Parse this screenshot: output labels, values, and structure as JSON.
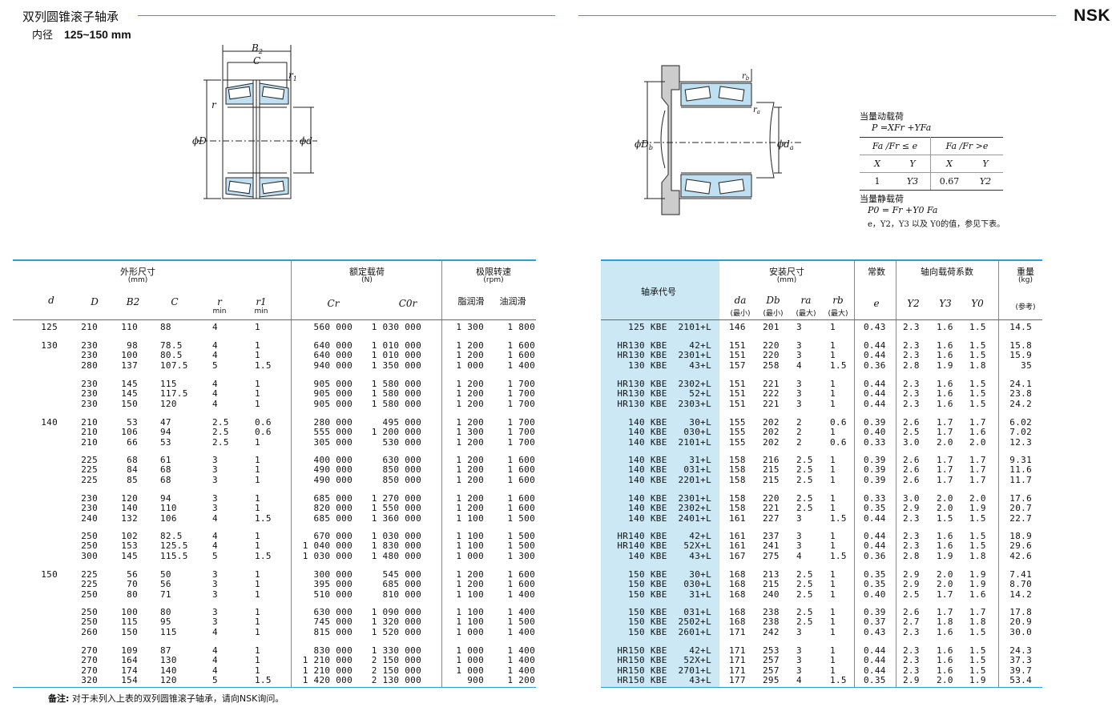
{
  "header": {
    "title": "双列圆锥滚子轴承",
    "bore_label": "内径",
    "bore_range": "125~150 mm",
    "brand": "NSK"
  },
  "figure_left": {
    "B2": "B",
    "B2sub": "2",
    "C": "C",
    "r": "r",
    "r1": "r",
    "r1sub": "1",
    "phiD": "ϕD",
    "phid": "ϕd"
  },
  "figure_right": {
    "rb": "r",
    "rbsub": "b",
    "ra": "r",
    "rasub": "a",
    "phiDb": "ϕD",
    "phiDbsub": "b",
    "phida": "ϕd",
    "phidasub": "a"
  },
  "formula": {
    "dyn_title": "当量动载荷",
    "dyn_eq": "P =XFr +YFa",
    "cond1": "Fa /Fr ≤ e",
    "cond2": "Fa /Fr >e",
    "cols": [
      "X",
      "Y",
      "X",
      "Y"
    ],
    "vals": [
      "1",
      "Y3",
      "0.67",
      "Y2"
    ],
    "static_title": "当量静载荷",
    "static_eq": "P0 = Fr +Y0 Fa",
    "static_note": "e，Y2，Y3 以及 Y0的值，参见下表。"
  },
  "left_table": {
    "group_dims": "外形尺寸",
    "group_dims_unit": "(mm)",
    "group_load": "额定载荷",
    "group_load_unit": "(N)",
    "group_speed": "极限转速",
    "group_speed_unit": "(rpm)",
    "h_d": "d",
    "h_D": "D",
    "h_B2": "B2",
    "h_C": "C",
    "h_r": "r",
    "h_r1": "r1",
    "h_min": "min",
    "h_min1": "min",
    "h_Cr": "Cr",
    "h_C0r": "C0r",
    "h_grease": "脂润滑",
    "h_oil": "油润滑",
    "groups": [
      {
        "d": "125",
        "D": "210",
        "B2": "110",
        "C": "88",
        "r": "4",
        "r1": "1",
        "Cr": "560 000",
        "C0r": "1 030 000",
        "g": "1 300",
        "o": "1 800"
      },
      {
        "d": "130",
        "D": "230\n230\n280",
        "B2": "98\n100\n137",
        "C": "78.5\n80.5\n107.5",
        "r": "4\n4\n5",
        "r1": "1\n1\n1.5",
        "Cr": "640 000\n640 000\n940 000",
        "C0r": "1 010 000\n1 010 000\n1 350 000",
        "g": "1 200\n1 200\n1 000",
        "o": "1 600\n1 600\n1 400"
      },
      {
        "d": "",
        "D": "230\n230\n230",
        "B2": "145\n145\n150",
        "C": "115\n117.5\n120",
        "r": "4\n4\n4",
        "r1": "1\n1\n1",
        "Cr": "905 000\n905 000\n905 000",
        "C0r": "1 580 000\n1 580 000\n1 580 000",
        "g": "1 200\n1 200\n1 200",
        "o": "1 700\n1 700\n1 700"
      },
      {
        "d": "140",
        "D": "210\n210\n210",
        "B2": "53\n106\n66",
        "C": "47\n94\n53",
        "r": "2.5\n2.5\n2.5",
        "r1": "0.6\n0.6\n1",
        "Cr": "280 000\n555 000\n305 000",
        "C0r": "495 000\n1 200 000\n530 000",
        "g": "1 200\n1 300\n1 200",
        "o": "1 700\n1 700\n1 700"
      },
      {
        "d": "",
        "D": "225\n225\n225",
        "B2": "68\n84\n85",
        "C": "61\n68\n68",
        "r": "3\n3\n3",
        "r1": "1\n1\n1",
        "Cr": "400 000\n490 000\n490 000",
        "C0r": "630 000\n850 000\n850 000",
        "g": "1 200\n1 200\n1 200",
        "o": "1 600\n1 600\n1 600"
      },
      {
        "d": "",
        "D": "230\n230\n240",
        "B2": "120\n140\n132",
        "C": "94\n110\n106",
        "r": "3\n3\n4",
        "r1": "1\n1\n1.5",
        "Cr": "685 000\n820 000\n685 000",
        "C0r": "1 270 000\n1 550 000\n1 360 000",
        "g": "1 200\n1 200\n1 100",
        "o": "1 600\n1 600\n1 500"
      },
      {
        "d": "",
        "D": "250\n250\n300",
        "B2": "102\n153\n145",
        "C": "82.5\n125.5\n115.5",
        "r": "4\n4\n5",
        "r1": "1\n1\n1.5",
        "Cr": "670 000\n1 040 000\n1 030 000",
        "C0r": "1 030 000\n1 830 000\n1 480 000",
        "g": "1 100\n1 100\n1 000",
        "o": "1 500\n1 500\n1 300"
      },
      {
        "d": "150",
        "D": "225\n225\n250",
        "B2": "56\n70\n80",
        "C": "50\n56\n71",
        "r": "3\n3\n3",
        "r1": "1\n1\n1",
        "Cr": "300 000\n395 000\n510 000",
        "C0r": "545 000\n685 000\n810 000",
        "g": "1 200\n1 200\n1 100",
        "o": "1 600\n1 600\n1 400"
      },
      {
        "d": "",
        "D": "250\n250\n260",
        "B2": "100\n115\n150",
        "C": "80\n95\n115",
        "r": "3\n3\n4",
        "r1": "1\n1\n1",
        "Cr": "630 000\n745 000\n815 000",
        "C0r": "1 090 000\n1 320 000\n1 520 000",
        "g": "1 100\n1 100\n1 000",
        "o": "1 400\n1 500\n1 400"
      },
      {
        "d": "",
        "D": "270\n270\n270\n320",
        "B2": "109\n164\n174\n154",
        "C": "87\n130\n140\n120",
        "r": "4\n4\n4\n5",
        "r1": "1\n1\n1\n1.5",
        "Cr": "830 000\n1 210 000\n1 210 000\n1 420 000",
        "C0r": "1 330 000\n2 150 000\n2 150 000\n2 130 000",
        "g": "1 000\n1 000\n1 000\n900",
        "o": "1 400\n1 400\n1 400\n1 200"
      }
    ]
  },
  "right_table": {
    "h_code": "轴承代号",
    "group_install": "安装尺寸",
    "group_install_unit": "(mm)",
    "group_const": "常数",
    "group_axial": "轴向载荷系数",
    "group_weight": "重量",
    "group_weight_unit": "(kg)",
    "h_da": "da",
    "h_Db": "Db",
    "h_ra": "ra",
    "h_rb": "rb",
    "h_min": "(最小)",
    "h_min2": "(最小)",
    "h_max": "(最大)",
    "h_max2": "(最大)",
    "h_e": "e",
    "h_Y2": "Y2",
    "h_Y3": "Y3",
    "h_Y0": "Y0",
    "h_ref": "(参考)",
    "groups": [
      {
        "code": "125 KBE  2101+L",
        "da": "146",
        "Db": "201",
        "ra": "3",
        "rb": "1",
        "e": "0.43",
        "Y2": "2.3",
        "Y3": "1.6",
        "Y0": "1.5",
        "w": "14.5"
      },
      {
        "code": "HR130 KBE    42+L\nHR130 KBE  2301+L\n130 KBE    43+L",
        "da": "151\n151\n157",
        "Db": "220\n220\n258",
        "ra": "3\n3\n4",
        "rb": "1\n1\n1.5",
        "e": "0.44\n0.44\n0.36",
        "Y2": "2.3\n2.3\n2.8",
        "Y3": "1.6\n1.6\n1.9",
        "Y0": "1.5\n1.5\n1.8",
        "w": "15.8\n15.9\n35"
      },
      {
        "code": "HR130 KBE  2302+L\nHR130 KBE    52+L\nHR130 KBE  2303+L",
        "da": "151\n151\n151",
        "Db": "221\n222\n221",
        "ra": "3\n3\n3",
        "rb": "1\n1\n1",
        "e": "0.44\n0.44\n0.44",
        "Y2": "2.3\n2.3\n2.3",
        "Y3": "1.6\n1.6\n1.6",
        "Y0": "1.5\n1.5\n1.5",
        "w": "24.1\n23.8\n24.2"
      },
      {
        "code": "140 KBE    30+L\n140 KBE   030+L\n140 KBE  2101+L",
        "da": "155\n155\n155",
        "Db": "202\n202\n202",
        "ra": "2\n2\n2",
        "rb": "0.6\n1\n0.6",
        "e": "0.39\n0.40\n0.33",
        "Y2": "2.6\n2.5\n3.0",
        "Y3": "1.7\n1.7\n2.0",
        "Y0": "1.7\n1.6\n2.0",
        "w": "6.02\n7.02\n12.3"
      },
      {
        "code": "140 KBE    31+L\n140 KBE   031+L\n140 KBE  2201+L",
        "da": "158\n158\n158",
        "Db": "216\n215\n215",
        "ra": "2.5\n2.5\n2.5",
        "rb": "1\n1\n1",
        "e": "0.39\n0.39\n0.39",
        "Y2": "2.6\n2.6\n2.6",
        "Y3": "1.7\n1.7\n1.7",
        "Y0": "1.7\n1.7\n1.7",
        "w": "9.31\n11.6\n11.7"
      },
      {
        "code": "140 KBE  2301+L\n140 KBE  2302+L\n140 KBE  2401+L",
        "da": "158\n158\n161",
        "Db": "220\n221\n227",
        "ra": "2.5\n2.5\n3",
        "rb": "1\n1\n1.5",
        "e": "0.33\n0.35\n0.44",
        "Y2": "3.0\n2.9\n2.3",
        "Y3": "2.0\n2.0\n1.5",
        "Y0": "2.0\n1.9\n1.5",
        "w": "17.6\n20.7\n22.7"
      },
      {
        "code": "HR140 KBE    42+L\nHR140 KBE   52X+L\n140 KBE    43+L",
        "da": "161\n161\n167",
        "Db": "237\n241\n275",
        "ra": "3\n3\n4",
        "rb": "1\n1\n1.5",
        "e": "0.44\n0.44\n0.36",
        "Y2": "2.3\n2.3\n2.8",
        "Y3": "1.6\n1.6\n1.9",
        "Y0": "1.5\n1.5\n1.8",
        "w": "18.9\n29.6\n42.6"
      },
      {
        "code": "150 KBE    30+L\n150 KBE   030+L\n150 KBE    31+L",
        "da": "168\n168\n168",
        "Db": "213\n215\n240",
        "ra": "2.5\n2.5\n2.5",
        "rb": "1\n1\n1",
        "e": "0.35\n0.35\n0.40",
        "Y2": "2.9\n2.9\n2.5",
        "Y3": "2.0\n2.0\n1.7",
        "Y0": "1.9\n1.9\n1.6",
        "w": "7.41\n8.70\n14.2"
      },
      {
        "code": "150 KBE   031+L\n150 KBE  2502+L\n150 KBE  2601+L",
        "da": "168\n168\n171",
        "Db": "238\n238\n242",
        "ra": "2.5\n2.5\n3",
        "rb": "1\n1\n1",
        "e": "0.39\n0.37\n0.43",
        "Y2": "2.6\n2.7\n2.3",
        "Y3": "1.7\n1.8\n1.6",
        "Y0": "1.7\n1.8\n1.5",
        "w": "17.8\n20.9\n30.0"
      },
      {
        "code": "HR150 KBE    42+L\nHR150 KBE   52X+L\nHR150 KBE  2701+L\nHR150 KBE    43+L",
        "da": "171\n171\n171\n177",
        "Db": "253\n257\n257\n295",
        "ra": "3\n3\n3\n4",
        "rb": "1\n1\n1\n1.5",
        "e": "0.44\n0.44\n0.44\n0.35",
        "Y2": "2.3\n2.3\n2.3\n2.9",
        "Y3": "1.6\n1.6\n1.6\n2.0",
        "Y0": "1.5\n1.5\n1.5\n1.9",
        "w": "24.3\n37.3\n39.7\n53.4"
      }
    ]
  },
  "footnote": {
    "label": "备注:",
    "text": "对于未列入上表的双列圆锥滚子轴承，请向NSK询问。"
  }
}
